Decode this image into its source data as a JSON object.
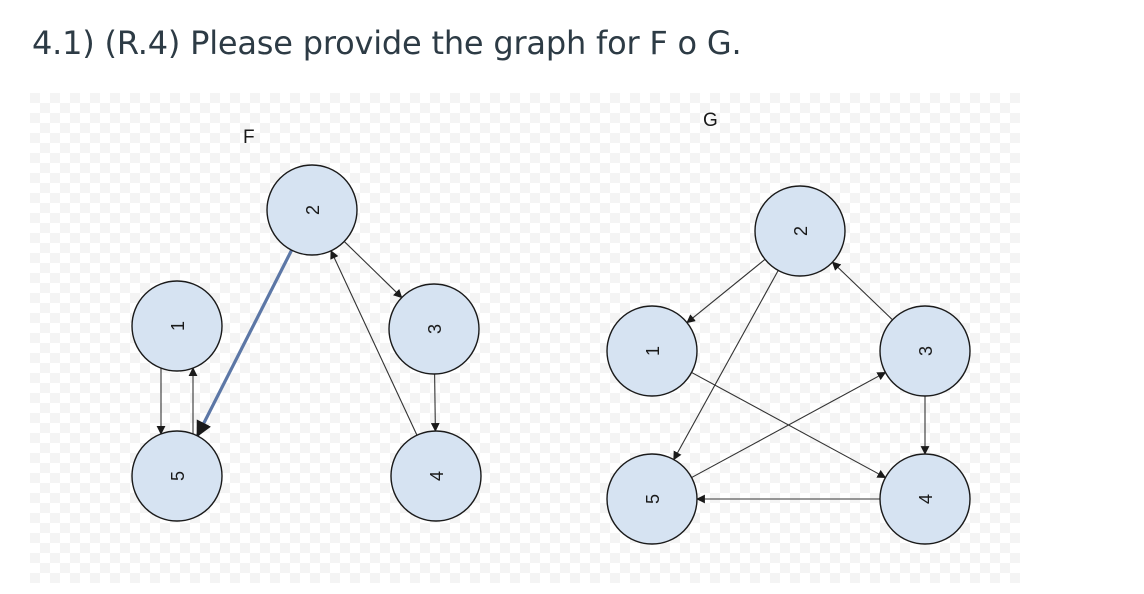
{
  "question": {
    "text": "4.1) (R.4) Please provide the graph for  F o G."
  },
  "graphs": [
    {
      "id": "F",
      "title": "F",
      "nodes": [
        "1",
        "2",
        "3",
        "4",
        "5"
      ],
      "edges": [
        {
          "from": "1",
          "to": "5"
        },
        {
          "from": "5",
          "to": "1"
        },
        {
          "from": "2",
          "to": "5",
          "color": "#5c77a6"
        },
        {
          "from": "2",
          "to": "3"
        },
        {
          "from": "3",
          "to": "4"
        },
        {
          "from": "4",
          "to": "2"
        }
      ]
    },
    {
      "id": "G",
      "title": "G",
      "nodes": [
        "1",
        "2",
        "3",
        "4",
        "5"
      ],
      "edges": [
        {
          "from": "2",
          "to": "1"
        },
        {
          "from": "2",
          "to": "5"
        },
        {
          "from": "3",
          "to": "2"
        },
        {
          "from": "3",
          "to": "4"
        },
        {
          "from": "5",
          "to": "3"
        },
        {
          "from": "1",
          "to": "4"
        },
        {
          "from": "4",
          "to": "5"
        }
      ]
    }
  ],
  "colors": {
    "node_fill": "#d6e3f2",
    "node_stroke": "#1a1a1a",
    "highlight_edge": "#5c77a6",
    "text": "#2d3b45"
  }
}
